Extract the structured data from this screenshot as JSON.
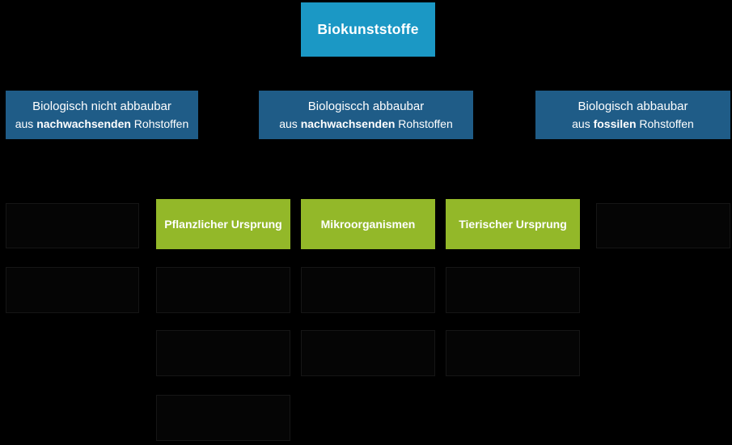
{
  "title": "Biokunststoffe",
  "root": {
    "label": "Biokunststoffe"
  },
  "branches": [
    {
      "line1": "Biologisch nicht abbaubar",
      "line2_prefix": "aus ",
      "line2_bold": "nachwachsenden",
      "line2_suffix": " Rohstoffen"
    },
    {
      "line1": "Biologiscch abbaubar",
      "line2_prefix": "aus ",
      "line2_bold": "nachwachsenden",
      "line2_suffix": " Rohstoffen"
    },
    {
      "line1": "Biologisch abbaubar",
      "line2_prefix": "aus ",
      "line2_bold": "fossilen",
      "line2_suffix": " Rohstoffen"
    }
  ],
  "origins": [
    {
      "label": "Pflanzlicher Ursprung"
    },
    {
      "label": "Mikroorganismen"
    },
    {
      "label": "Tierischer Ursprung"
    }
  ],
  "colors": {
    "background": "#000000",
    "root_box": "#1b98c5",
    "branch_box": "#1f5c87",
    "origin_box": "#93b829",
    "empty_box": "#050505",
    "empty_box_border": "#161616",
    "text": "#ffffff"
  }
}
